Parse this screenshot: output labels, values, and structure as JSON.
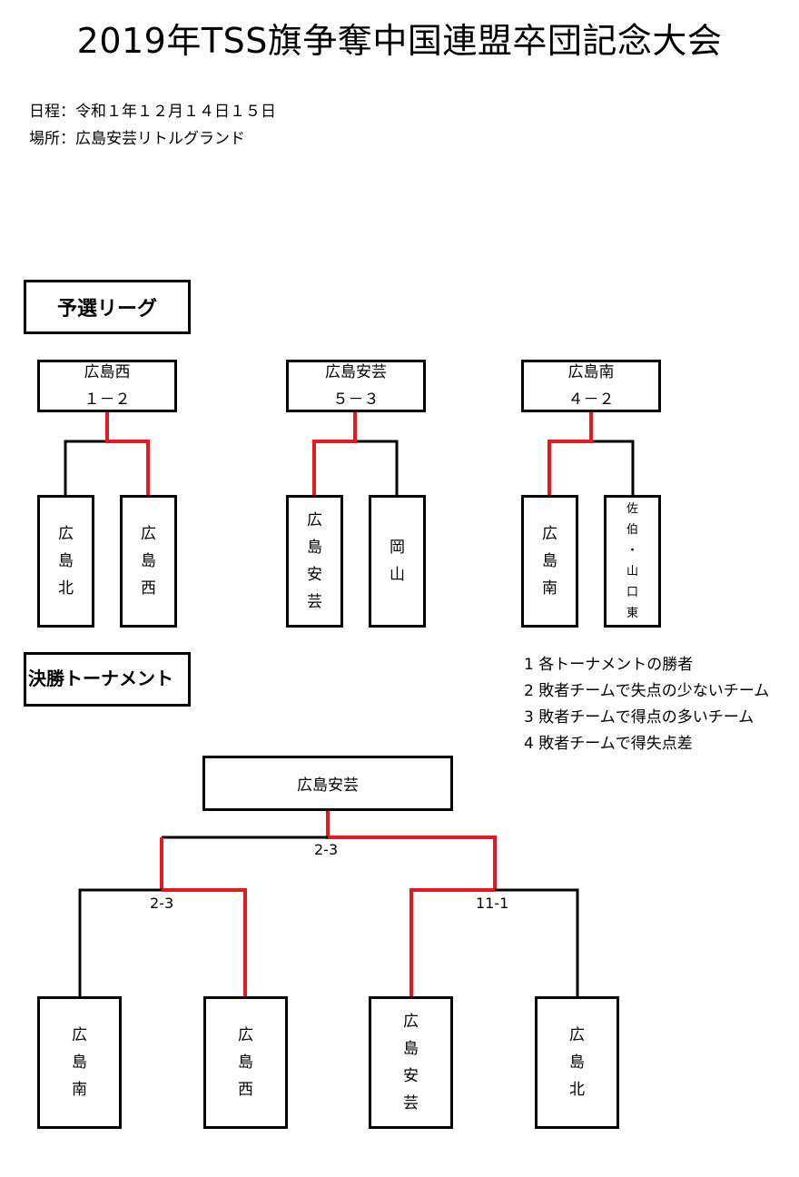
{
  "title": "2019年TSS旗争奪中国連盟卒団記念大会",
  "info": {
    "date": "日程：令和１年１２月１４日１５日",
    "venue": "場所：広島安芸リトルグランド"
  },
  "prelim": {
    "header": "予選リーグ",
    "groups": [
      {
        "winner": "広島西",
        "score": "１－２",
        "left": [
          "広",
          "島",
          "北"
        ],
        "right": [
          "広",
          "島",
          "西"
        ],
        "won": "right"
      },
      {
        "winner": "広島安芸",
        "score": "５－３",
        "left": [
          "広",
          "島",
          "安",
          "芸"
        ],
        "right": [
          "岡",
          "山"
        ],
        "won": "left"
      },
      {
        "winner": "広島南",
        "score": "４－２",
        "left": [
          "広",
          "島",
          "南"
        ],
        "right": [
          "佐",
          "伯",
          "・",
          "山",
          "口",
          "東"
        ],
        "won": "left"
      }
    ]
  },
  "final": {
    "header": "決勝トーナメント",
    "champion": "広島安芸",
    "final_score": "2-3",
    "semi_left_score": "2-3",
    "semi_right_score": "11-1",
    "teams": [
      [
        "広",
        "島",
        "南"
      ],
      [
        "広",
        "島",
        "西"
      ],
      [
        "広",
        "島",
        "安",
        "芸"
      ],
      [
        "広",
        "島",
        "北"
      ]
    ]
  },
  "rules": [
    "1 各トーナメントの勝者",
    "2 敗者チームで失点の少ないチーム",
    "3 敗者チームで得点の多いチーム",
    "4 敗者チームで得失点差"
  ],
  "colors": {
    "win_line": "#e8191c",
    "line": "#000000"
  }
}
